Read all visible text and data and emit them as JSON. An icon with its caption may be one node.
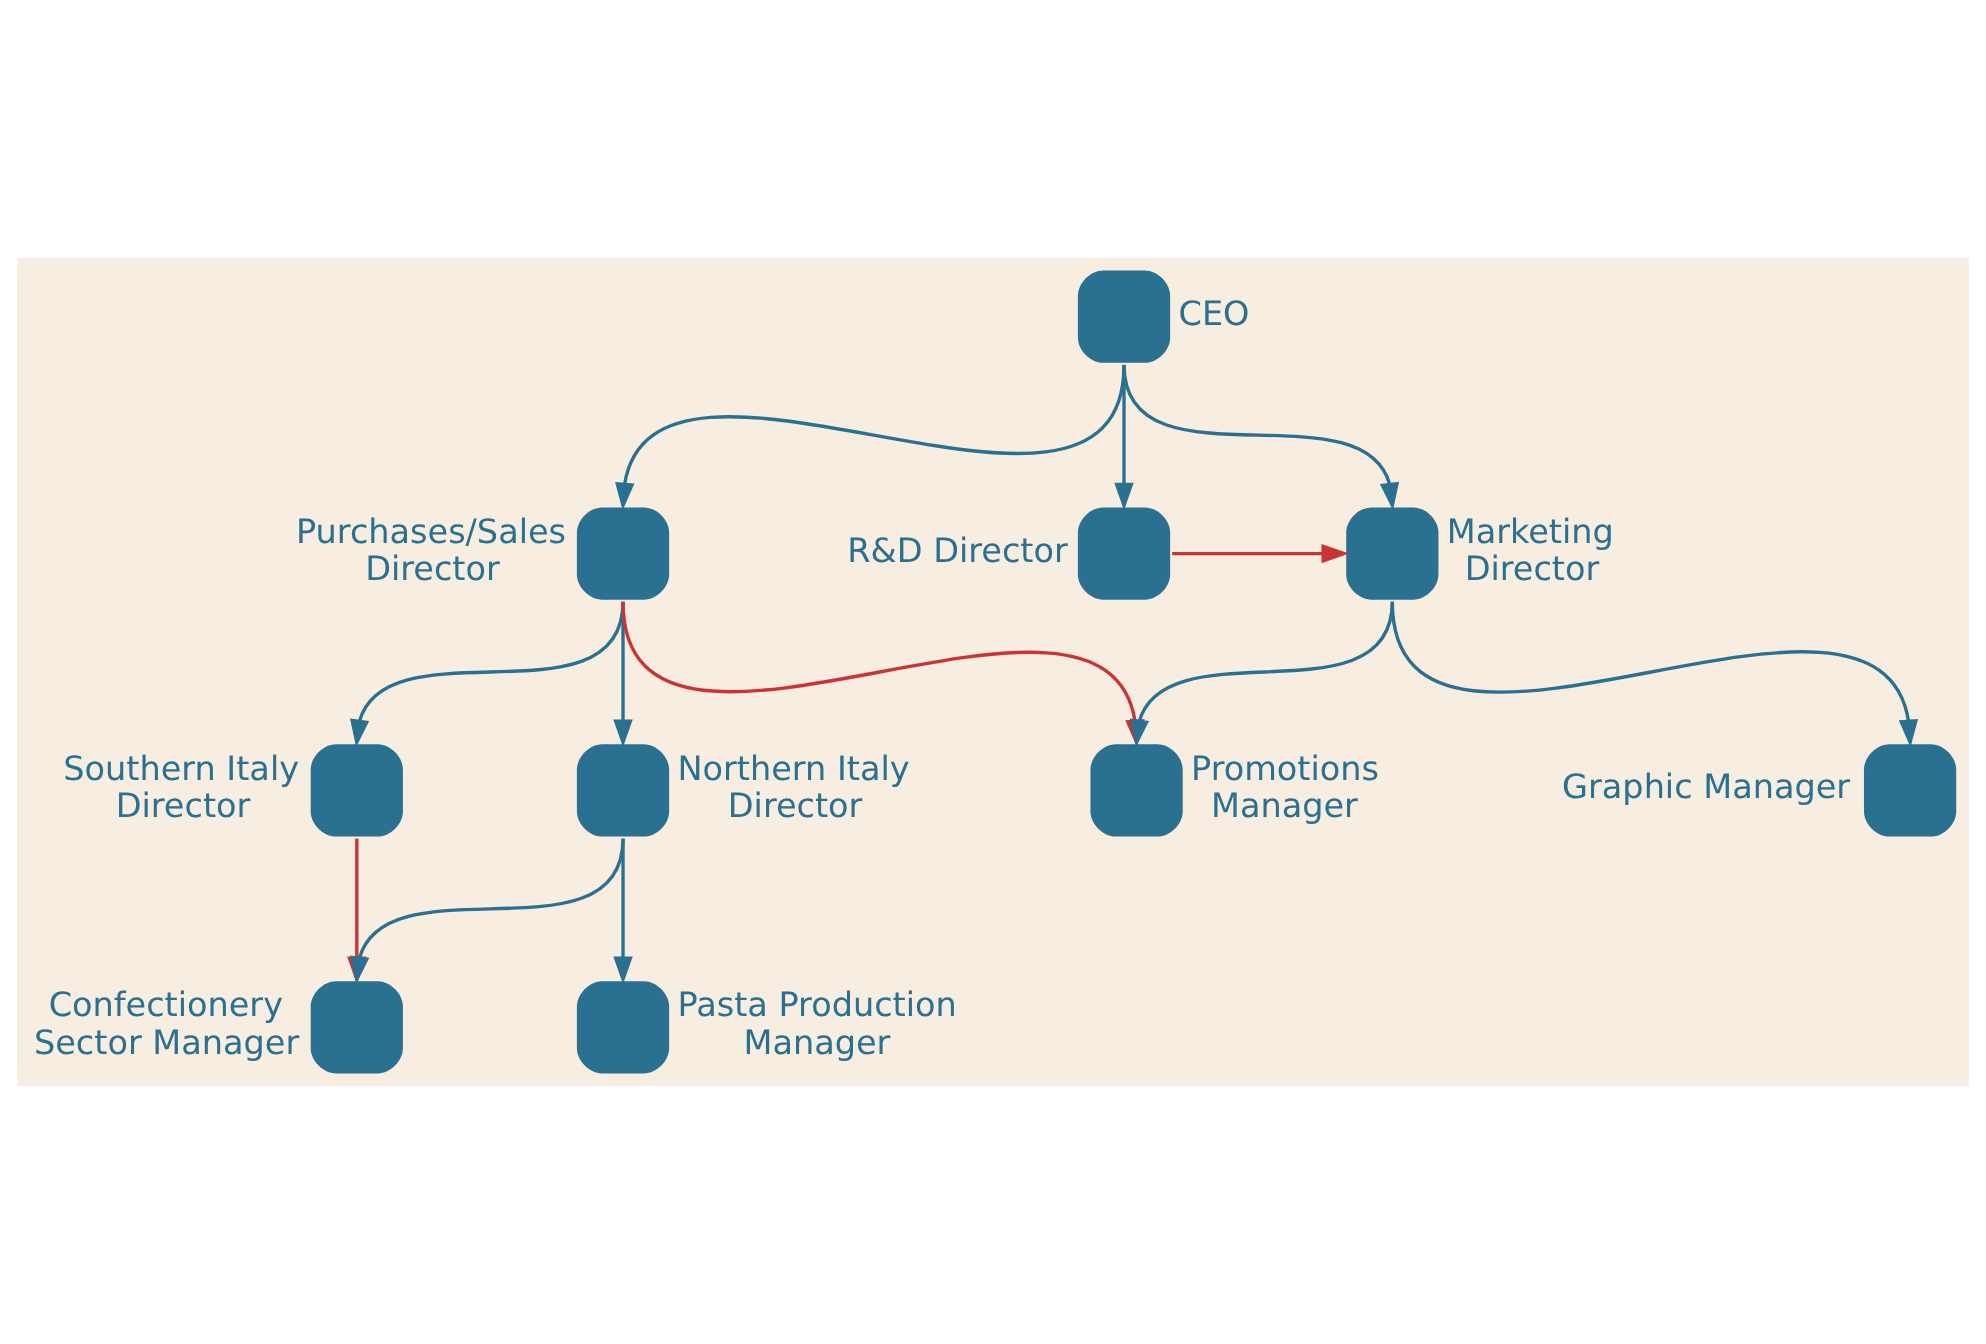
{
  "diagram": {
    "nodes": [
      {
        "text": [
          "CEO"
        ]
      },
      {
        "text": [
          "Purchases/Sales Director"
        ]
      },
      {
        "text": [
          "R&D Director"
        ]
      },
      {
        "text": [
          "Marketing Director"
        ]
      },
      {
        "text": [
          "Southern Italy Director"
        ]
      },
      {
        "text": [
          "Northern Italy Director"
        ]
      },
      {
        "text": [
          "Graphic Manager"
        ]
      },
      {
        "text": [
          "Promotions Manager"
        ]
      },
      {
        "text": [
          "Confectionery Sector Manager"
        ]
      },
      {
        "text": [
          "Pasta Production Manager"
        ]
      }
    ],
    "edges": [
      {
        "from": 0,
        "to": 1,
        "arrow": "to"
      },
      {
        "from": 0,
        "to": 2,
        "arrow": "to"
      },
      {
        "from": 0,
        "to": 3,
        "arrow": "to"
      },
      {
        "from": 2,
        "to": 3,
        "arrow": "to",
        "color": "#cc3333"
      },
      {
        "from": 1,
        "to": 4,
        "arrow": "to"
      },
      {
        "from": 1,
        "to": 5,
        "arrow": "to"
      },
      {
        "from": 1,
        "to": 7,
        "arrow": "to",
        "color": "#cc3333"
      },
      {
        "from": 3,
        "to": 6,
        "arrow": "to"
      },
      {
        "from": 3,
        "to": 7,
        "arrow": "to"
      },
      {
        "from": 4,
        "to": 8,
        "arrow": "to",
        "color": "#cc3333"
      },
      {
        "from": 5,
        "to": 8,
        "arrow": "to"
      },
      {
        "from": 5,
        "to": 9,
        "arrow": "to"
      }
    ]
  }
}
